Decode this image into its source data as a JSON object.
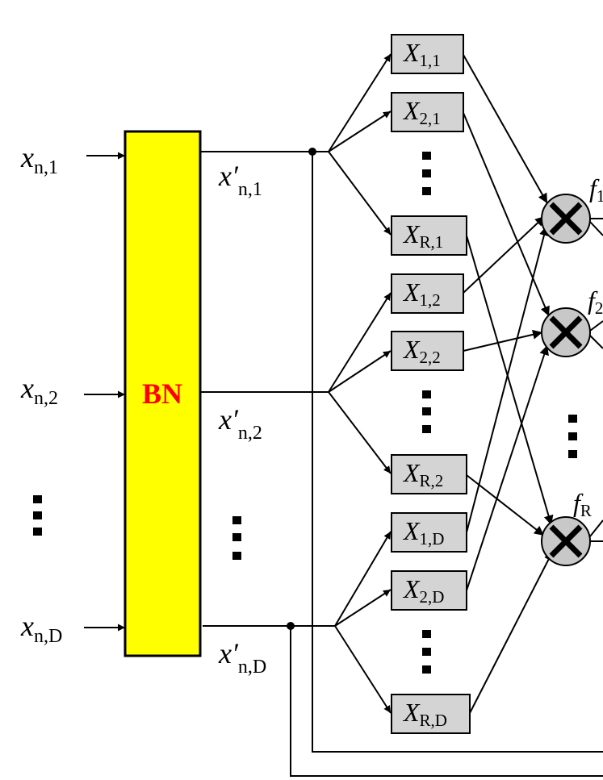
{
  "inputs": [
    {
      "var": "x",
      "sub": "n,1"
    },
    {
      "var": "x",
      "sub": "n,2"
    },
    {
      "var": "x",
      "sub": "n,D"
    }
  ],
  "outputs": [
    {
      "var": "x′",
      "sub": "n,1"
    },
    {
      "var": "x′",
      "sub": "n,2"
    },
    {
      "var": "x′",
      "sub": "n,D"
    }
  ],
  "bn_block": {
    "label": "BN",
    "fill": "#ffff00",
    "label_color": "#ff0000"
  },
  "feature_groups": [
    {
      "boxes": [
        {
          "var": "X",
          "sub": "1,1"
        },
        {
          "var": "X",
          "sub": "2,1"
        },
        {
          "var": "X",
          "sub": "R,1"
        }
      ]
    },
    {
      "boxes": [
        {
          "var": "X",
          "sub": "1,2"
        },
        {
          "var": "X",
          "sub": "2,2"
        },
        {
          "var": "X",
          "sub": "R,2"
        }
      ]
    },
    {
      "boxes": [
        {
          "var": "X",
          "sub": "1,D"
        },
        {
          "var": "X",
          "sub": "2,D"
        },
        {
          "var": "X",
          "sub": "R,D"
        }
      ]
    }
  ],
  "multipliers": [
    {
      "var": "f",
      "sub": "1"
    },
    {
      "var": "f",
      "sub": "2"
    },
    {
      "var": "f",
      "sub": "R"
    }
  ],
  "colors": {
    "box_fill": "#d4d4d4",
    "multiplier_fill": "#c8c8c8",
    "stroke": "#000000",
    "background": "#ffffff"
  },
  "icons": {
    "multiplier": "circle-times-icon",
    "ellipsis": "vertical-ellipsis-icon"
  }
}
